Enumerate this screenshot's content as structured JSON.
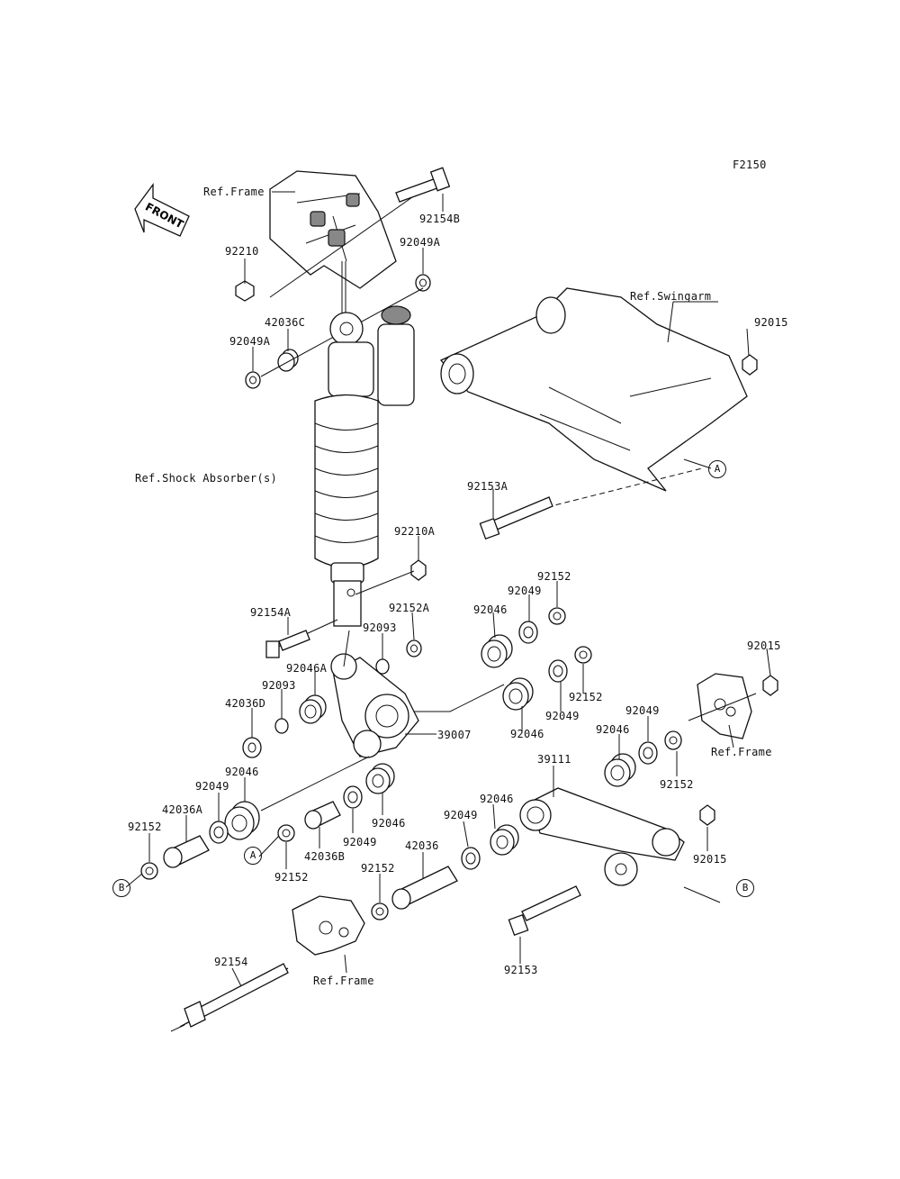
{
  "figure_code": "F2150",
  "front_arrow": "FRONT",
  "refs": {
    "frame_top": "Ref.Frame",
    "swingarm": "Ref.Swingarm",
    "shock": "Ref.Shock Absorber(s)",
    "frame_right": "Ref.Frame",
    "frame_bottom": "Ref.Frame"
  },
  "callouts": {
    "a_swing": "A",
    "a_left": "A",
    "b_left": "B",
    "b_right": "B"
  },
  "parts": {
    "p92154B": "92154B",
    "p92210": "92210",
    "p92049A_top": "92049A",
    "p42036C": "42036C",
    "p92049A_left": "92049A",
    "p92015_top": "92015",
    "p92153A": "92153A",
    "p92210A": "92210A",
    "p92152_top": "92152",
    "p92049_top": "92049",
    "p92154A": "92154A",
    "p92152A": "92152A",
    "p92093_a": "92093",
    "p92046_top": "92046",
    "p92015_right": "92015",
    "p92046A": "92046A",
    "p92093_b": "92093",
    "p42036D": "42036D",
    "p92152_mid": "92152",
    "p92049_mid": "92049",
    "p92046_mid": "92046",
    "p39007": "39007",
    "p92049_r": "92049",
    "p92046_r": "92046",
    "p92152_r": "92152",
    "p39111": "39111",
    "p92046_left": "92046",
    "p92049_left": "92049",
    "p42036A": "42036A",
    "p92152_left": "92152",
    "p92046_c": "92046",
    "p92049_c": "92049",
    "p42036B": "42036B",
    "p92152_c": "92152",
    "p92046_low": "92046",
    "p92049_low": "92049",
    "p42036": "42036",
    "p92015_low": "92015",
    "p92152_low": "92152",
    "p92154": "92154",
    "p92153": "92153"
  }
}
